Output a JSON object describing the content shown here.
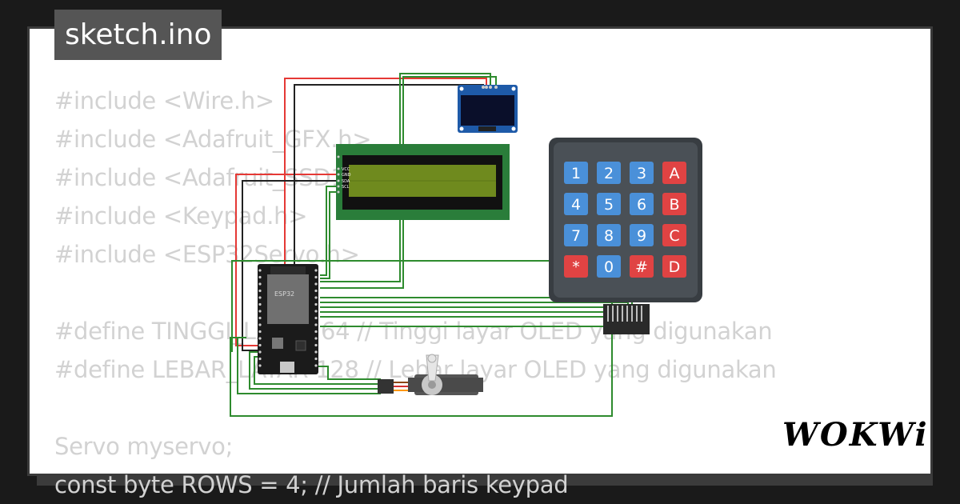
{
  "title": "sketch.ino",
  "code_lines": [
    "#include <Wire.h>",
    "#include <Adafruit_GFX.h>",
    "#include <Adafruit_SSD1306.h>",
    "#include <Keypad.h>",
    "#include <ESP32Servo.h>",
    "",
    "#define TINGGI_LAYAR 64 // Tinggi layar OLED yang digunakan",
    "#define LEBAR_LAYAR 128 // Lebar layar OLED yang digunakan",
    "",
    "Servo myservo;",
    "const byte ROWS = 4; // Jumlah baris keypad"
  ],
  "esp32_label": "ESP32",
  "keypad_keys": [
    [
      "1",
      "2",
      "3",
      "A"
    ],
    [
      "4",
      "5",
      "6",
      "B"
    ],
    [
      "7",
      "8",
      "9",
      "C"
    ],
    [
      "*",
      "0",
      "#",
      "D"
    ]
  ],
  "lcd_pins": [
    "VCC",
    "GND",
    "SDA",
    "SCL"
  ],
  "brand": "WOKWi",
  "colors": {
    "background": "#1a1a1a",
    "panel": "#ffffff",
    "code_text": "#d2d2d2",
    "wire_red": "#e53935",
    "wire_black": "#222222",
    "wire_green": "#2e8b2e",
    "key_blue": "#4a90d9",
    "key_red": "#e04343",
    "lcd_green": "#2a7d3a"
  }
}
